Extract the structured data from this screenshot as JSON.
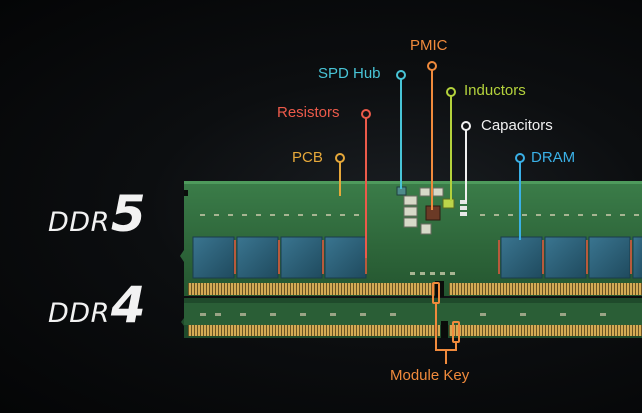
{
  "modules": [
    {
      "prefix": "DDR",
      "number": "5"
    },
    {
      "prefix": "DDR",
      "number": "4"
    }
  ],
  "callouts": {
    "pmic": "PMIC",
    "spd_hub": "SPD Hub",
    "inductors": "Inductors",
    "resistors": "Resistors",
    "capacitors": "Capacitors",
    "pcb": "PCB",
    "dram": "DRAM",
    "module_key": "Module Key"
  },
  "colors": {
    "pmic": "#f08a3c",
    "spd_hub": "#48c4d6",
    "inductors": "#b4d23c",
    "resistors": "#ec5a4a",
    "capacitors": "#f0f0f0",
    "pcb": "#e6a83a",
    "dram": "#3ab0e6",
    "module_key": "#f08a3c",
    "pcb_green": "#2d6a3c",
    "dram_chip": "#2c5d74",
    "gold_contact": "#c9a24a"
  }
}
